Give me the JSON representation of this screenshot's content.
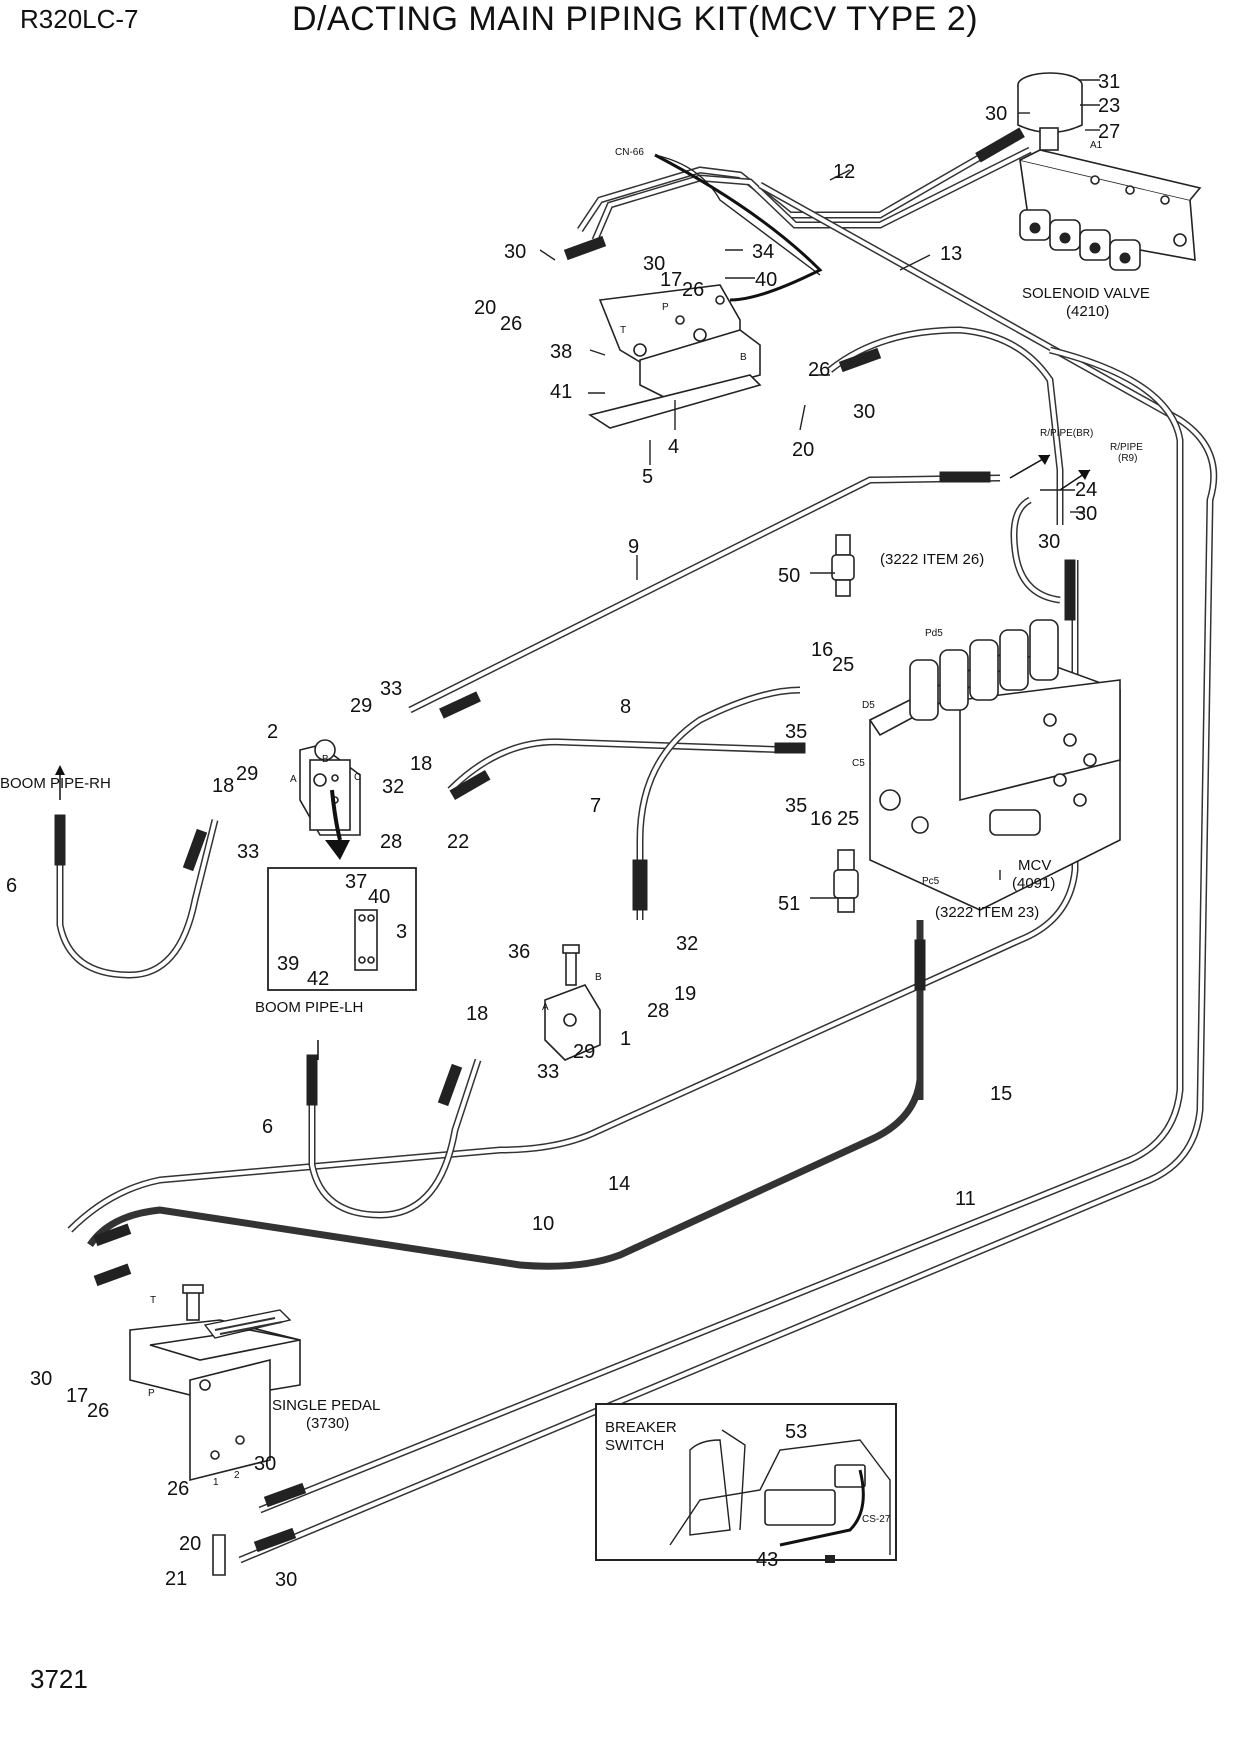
{
  "header": {
    "model": "R320LC-7",
    "title": "D/ACTING MAIN PIPING KIT(MCV TYPE 2)"
  },
  "footer": {
    "page_number": "3721"
  },
  "text_labels": {
    "solenoid_valve": "SOLENOID VALVE",
    "solenoid_valve_ref": "(4210)",
    "cn66": "CN-66",
    "a1": "A1",
    "r_pipe_br": "R/PIPE(BR)",
    "r_pipe": "R/PIPE",
    "r9": "(R9)",
    "item26_ref": "(3222 ITEM 26)",
    "item23_ref": "(3222 ITEM 23)",
    "pd5": "Pd5",
    "pc5": "Pc5",
    "d5": "D5",
    "c5": "C5",
    "mcv": "MCV",
    "mcv_ref": "(4091)",
    "boom_pipe_rh": "BOOM PIPE-RH",
    "boom_pipe_lh": "BOOM PIPE-LH",
    "single_pedal": "SINGLE PEDAL",
    "single_pedal_ref": "(3730)",
    "breaker_switch_1": "BREAKER",
    "breaker_switch_2": "SWITCH",
    "cs27": "CS-27",
    "port_t": "T",
    "port_p": "P",
    "port_b": "B",
    "port_a": "A",
    "port_c": "C",
    "port_1": "1",
    "port_2": "2"
  },
  "callouts": [
    {
      "id": "c31",
      "text": "31"
    },
    {
      "id": "c23",
      "text": "23"
    },
    {
      "id": "c27",
      "text": "27"
    },
    {
      "id": "c30a",
      "text": "30"
    },
    {
      "id": "c12",
      "text": "12"
    },
    {
      "id": "c13",
      "text": "13"
    },
    {
      "id": "c34",
      "text": "34"
    },
    {
      "id": "c40a",
      "text": "40"
    },
    {
      "id": "c30b",
      "text": "30"
    },
    {
      "id": "c30c",
      "text": "30"
    },
    {
      "id": "c17a",
      "text": "17"
    },
    {
      "id": "c26a",
      "text": "26"
    },
    {
      "id": "c20a",
      "text": "20"
    },
    {
      "id": "c26b",
      "text": "26"
    },
    {
      "id": "c38",
      "text": "38"
    },
    {
      "id": "c41",
      "text": "41"
    },
    {
      "id": "c26c",
      "text": "26"
    },
    {
      "id": "c30d",
      "text": "30"
    },
    {
      "id": "c20b",
      "text": "20"
    },
    {
      "id": "c4",
      "text": "4"
    },
    {
      "id": "c5",
      "text": "5"
    },
    {
      "id": "c24",
      "text": "24"
    },
    {
      "id": "c30e",
      "text": "30"
    },
    {
      "id": "c30f",
      "text": "30"
    },
    {
      "id": "c9",
      "text": "9"
    },
    {
      "id": "c50",
      "text": "50"
    },
    {
      "id": "c33a",
      "text": "33"
    },
    {
      "id": "c29a",
      "text": "29"
    },
    {
      "id": "c16a",
      "text": "16"
    },
    {
      "id": "c25a",
      "text": "25"
    },
    {
      "id": "c8",
      "text": "8"
    },
    {
      "id": "c2",
      "text": "2"
    },
    {
      "id": "c18a",
      "text": "18"
    },
    {
      "id": "c35a",
      "text": "35"
    },
    {
      "id": "c18b",
      "text": "18"
    },
    {
      "id": "c29b",
      "text": "29"
    },
    {
      "id": "c32a",
      "text": "32"
    },
    {
      "id": "c7",
      "text": "7"
    },
    {
      "id": "c35b",
      "text": "35"
    },
    {
      "id": "c16b",
      "text": "16"
    },
    {
      "id": "c25b",
      "text": "25"
    },
    {
      "id": "c28a",
      "text": "28"
    },
    {
      "id": "c22",
      "text": "22"
    },
    {
      "id": "c33b",
      "text": "33"
    },
    {
      "id": "c6a",
      "text": "6"
    },
    {
      "id": "c37",
      "text": "37"
    },
    {
      "id": "c40b",
      "text": "40"
    },
    {
      "id": "c3",
      "text": "3"
    },
    {
      "id": "c39",
      "text": "39"
    },
    {
      "id": "c42",
      "text": "42"
    },
    {
      "id": "c51",
      "text": "51"
    },
    {
      "id": "c32b",
      "text": "32"
    },
    {
      "id": "c36",
      "text": "36"
    },
    {
      "id": "c19",
      "text": "19"
    },
    {
      "id": "c28b",
      "text": "28"
    },
    {
      "id": "c18c",
      "text": "18"
    },
    {
      "id": "c1",
      "text": "1"
    },
    {
      "id": "c29c",
      "text": "29"
    },
    {
      "id": "c33c",
      "text": "33"
    },
    {
      "id": "c15",
      "text": "15"
    },
    {
      "id": "c6b",
      "text": "6"
    },
    {
      "id": "c14",
      "text": "14"
    },
    {
      "id": "c11",
      "text": "11"
    },
    {
      "id": "c10",
      "text": "10"
    },
    {
      "id": "c30g",
      "text": "30"
    },
    {
      "id": "c17b",
      "text": "17"
    },
    {
      "id": "c26d",
      "text": "26"
    },
    {
      "id": "c30h",
      "text": "30"
    },
    {
      "id": "c26e",
      "text": "26"
    },
    {
      "id": "c20c",
      "text": "20"
    },
    {
      "id": "c21",
      "text": "21"
    },
    {
      "id": "c30i",
      "text": "30"
    },
    {
      "id": "c53",
      "text": "53"
    },
    {
      "id": "c43",
      "text": "43"
    }
  ]
}
